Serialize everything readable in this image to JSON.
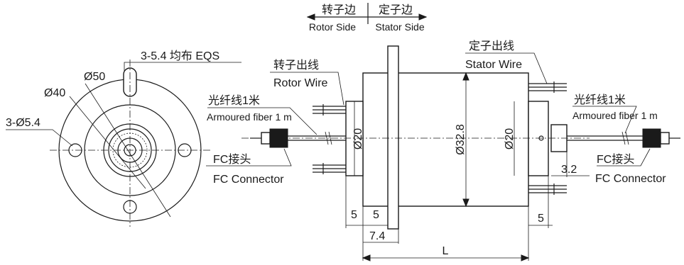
{
  "side_header": {
    "rotor_side_cn": "转子边",
    "stator_side_cn": "定子边",
    "rotor_side_en": "Rotor Side",
    "stator_side_en": "Stator Side"
  },
  "front_view": {
    "holes_label": "3-5.4 均布 EQS",
    "dia_50": "Ø50",
    "dia_40": "Ø40",
    "holes_dia": "3-Ø5.4"
  },
  "rotor_wire": {
    "cn": "转子出线",
    "en": "Rotor Wire"
  },
  "stator_wire": {
    "cn": "定子出线",
    "en": "Stator Wire"
  },
  "fiber_left": {
    "cn": "光纤线1米",
    "en": "Armoured  fiber 1 m"
  },
  "fiber_right": {
    "cn": "光纤线1米",
    "en": "Armoured  fiber 1 m"
  },
  "connector_left": {
    "cn": "FC接头",
    "en": "FC Connector"
  },
  "connector_right": {
    "cn": "FC接头",
    "en": "FC Connector"
  },
  "dimensions": {
    "left_shaft_dia": "Ø20",
    "body_dia": "Ø32.8",
    "right_shaft_dia": "Ø20",
    "right_step": "3.2",
    "left_5a": "5",
    "left_5b": "5",
    "flange_offset": "7.4",
    "length": "L",
    "right_5": "5"
  }
}
